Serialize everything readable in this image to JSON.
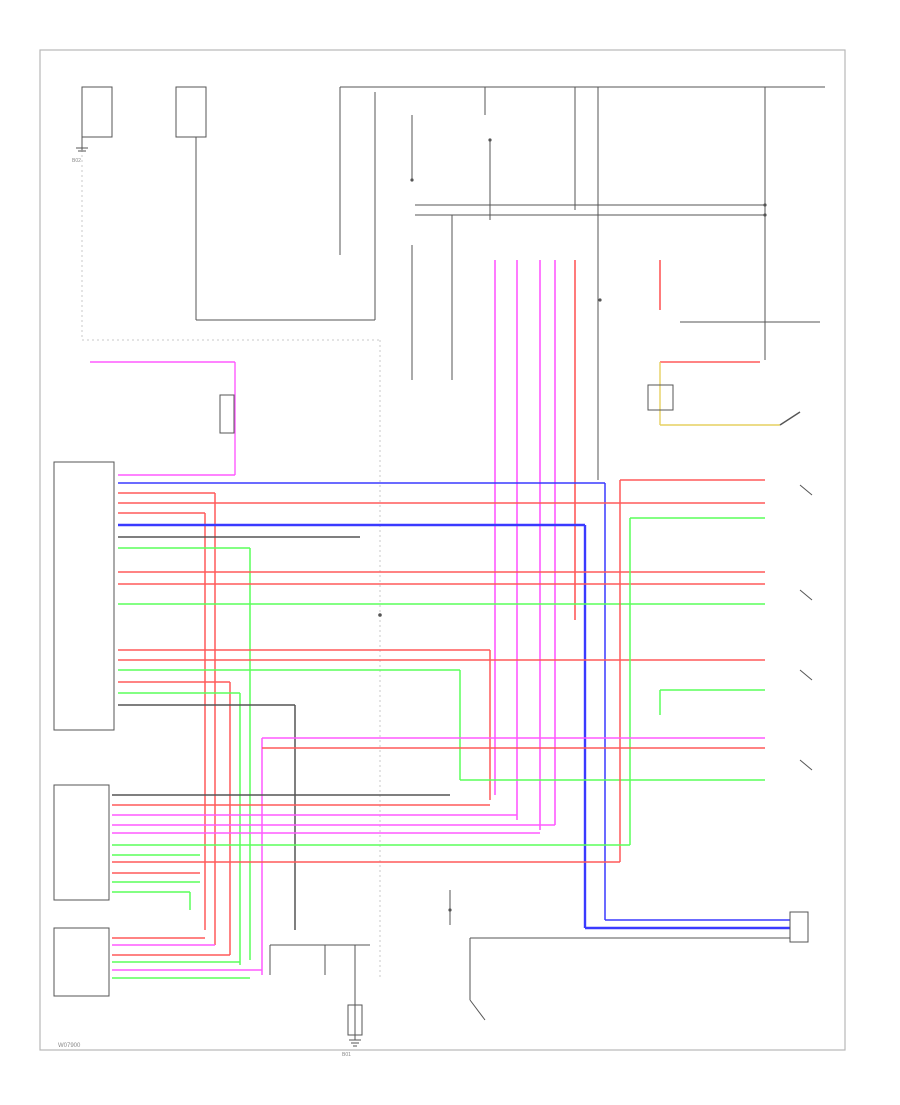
{
  "footer": {
    "code": "W07900"
  },
  "ground_labels": {
    "g1": "B01",
    "g2": "B02"
  },
  "colors": {
    "frame": "#b8b8b8",
    "black": "#555555",
    "red": "#ff5a5a",
    "pink": "#ff5aff",
    "green": "#5aff5a",
    "blue": "#3a3aff",
    "yellow": "#e6d060"
  }
}
